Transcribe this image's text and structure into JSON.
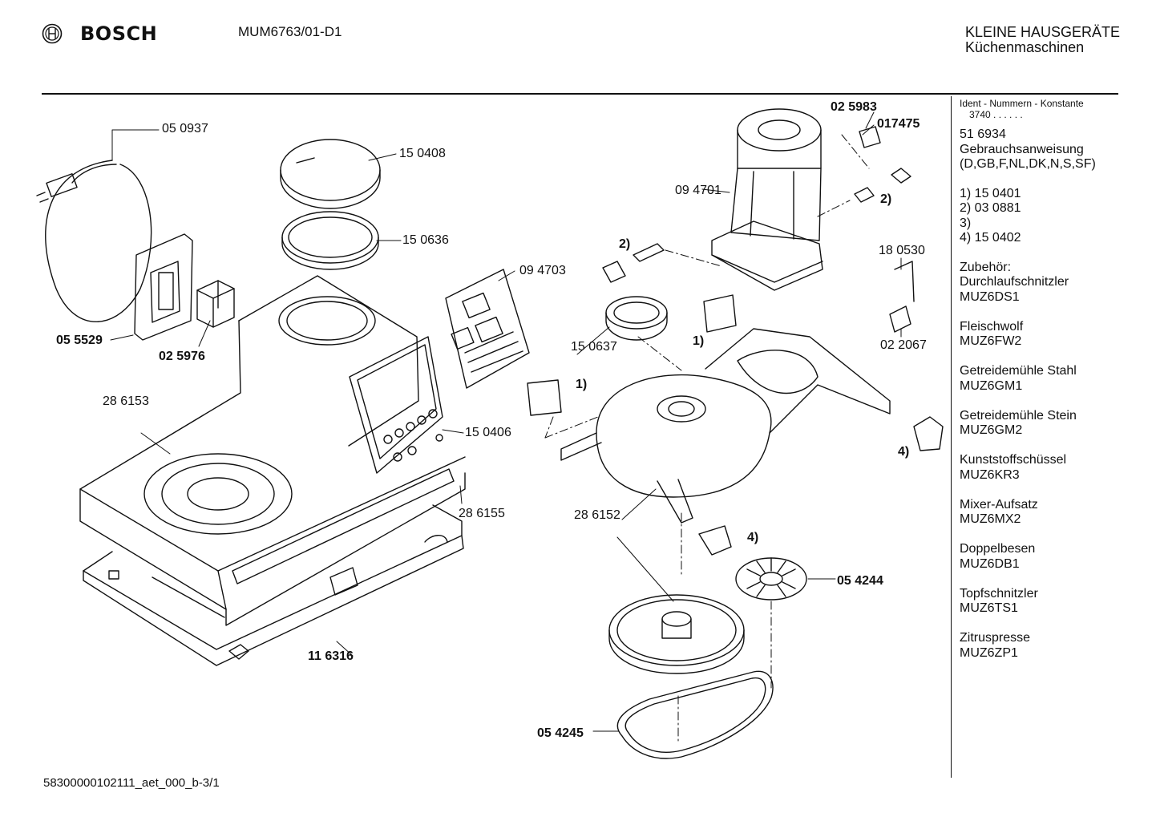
{
  "header": {
    "brand": "BOSCH",
    "model": "MUM6763/01-D1",
    "category_line1": "KLEINE HAUSGERÄTE",
    "category_line2": "Küchenmaschinen"
  },
  "sidebar": {
    "ident_title": "Ident - Nummern - Konstante",
    "ident_value": "3740 . . . . . .",
    "manual_number": "51 6934",
    "manual_title": "Gebrauchsanweisung",
    "manual_langs": "(D,GB,F,NL,DK,N,S,SF)",
    "footnotes": [
      "1)  15 0401",
      "2)  03 0881",
      "3)",
      "4)  15 0402"
    ],
    "accessories_title": "Zubehör:",
    "accessories": [
      {
        "name": "Durchlaufschnitzler",
        "code": "MUZ6DS1"
      },
      {
        "name": "Fleischwolf",
        "code": "MUZ6FW2"
      },
      {
        "name": "Getreidemühle Stahl",
        "code": "MUZ6GM1"
      },
      {
        "name": "Getreidemühle Stein",
        "code": "MUZ6GM2"
      },
      {
        "name": "Kunststoffschüssel",
        "code": "MUZ6KR3"
      },
      {
        "name": "Mixer-Aufsatz",
        "code": "MUZ6MX2"
      },
      {
        "name": "Doppelbesen",
        "code": "MUZ6DB1"
      },
      {
        "name": "Topfschnitzler",
        "code": "MUZ6TS1"
      },
      {
        "name": "Zitruspresse",
        "code": "MUZ6ZP1"
      }
    ]
  },
  "parts": {
    "p050937": "05 0937",
    "p150408": "15 0408",
    "p150636": "15 0636",
    "p094703": "09 4703",
    "p025983": "02 5983",
    "p017475": "017475",
    "p094701": "09 4701",
    "p180530": "18 0530",
    "p022067": "02 2067",
    "p055529": "05 5529",
    "p025976": "02 5976",
    "p150637": "15 0637",
    "p286153": "28 6153",
    "p150406": "15 0406",
    "p286155": "28 6155",
    "p286152": "28 6152",
    "p054244": "05 4244",
    "p116316": "11 6316",
    "p054245": "05 4245",
    "ref1": "1)",
    "ref2": "2)",
    "ref4": "4)"
  },
  "footer": {
    "doc_id": "58300000102111_aet_000_b-3/1"
  }
}
